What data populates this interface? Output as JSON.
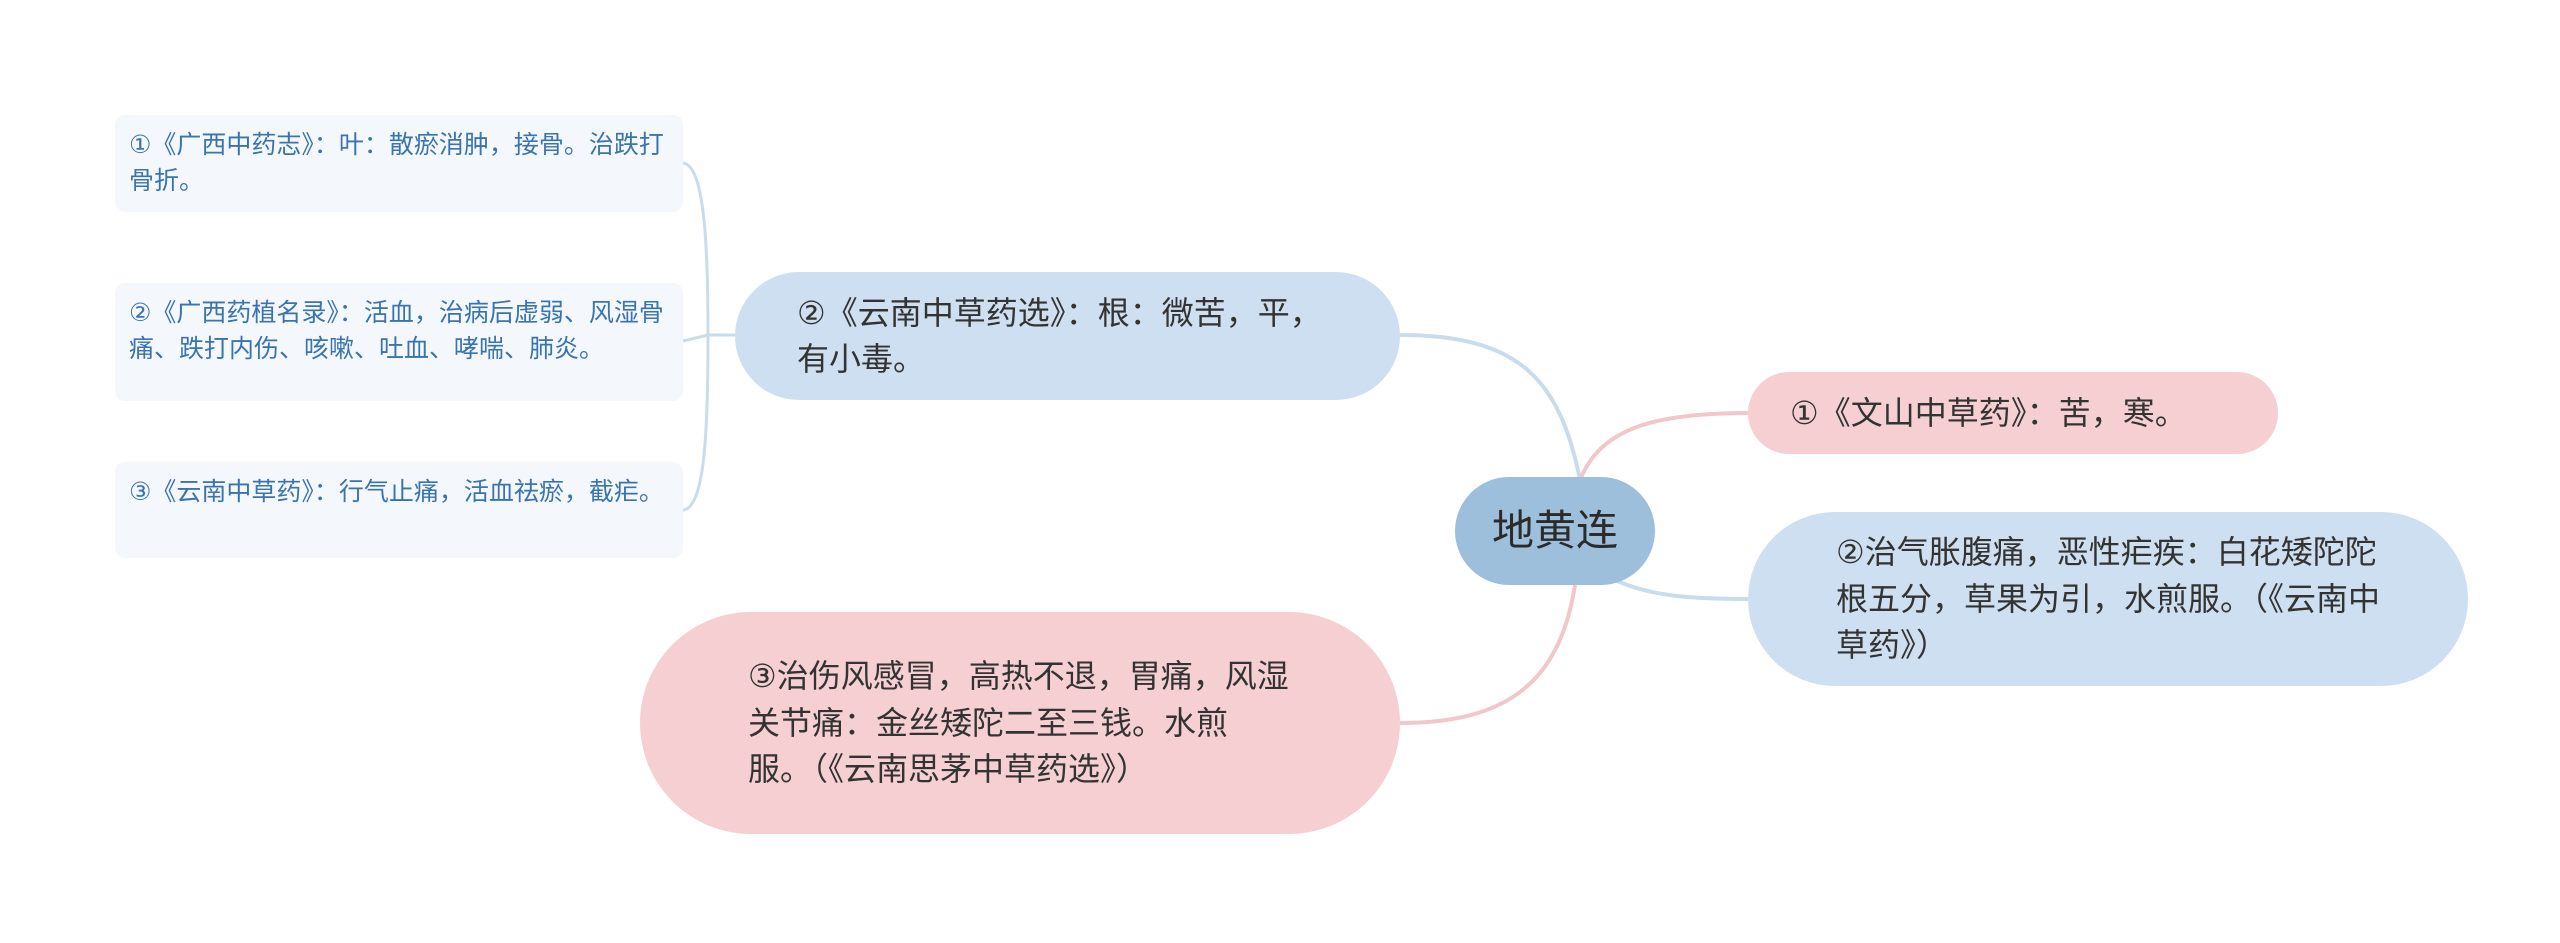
{
  "colors": {
    "root_fill": "#9ebfdc",
    "blue_fill": "#cddff0",
    "pink_fill": "#f5cfd2",
    "leaf_fill": "#f4f8fc",
    "leaf_text": "#3a74b0",
    "blue_line": "#c9dcec",
    "pink_line": "#f2c6ca"
  },
  "root": {
    "text": "地黄连"
  },
  "branches": [
    {
      "text": "②《云南中草药选》：根：微苦，平，有小毒。",
      "color": "blue",
      "leaves": [
        {
          "text": "①《广西中药志》：叶：散瘀消肿，接骨。治跌打骨折。"
        },
        {
          "text": "②《广西药植名录》：活血，治病后虚弱、风湿骨痛、跌打内伤、咳嗽、吐血、哮喘、肺炎。"
        },
        {
          "text": "③《云南中草药》：行气止痛，活血祛瘀，截疟。"
        }
      ]
    },
    {
      "text": "①《文山中草药》：苦，寒。",
      "color": "pink"
    },
    {
      "text": "②治气胀腹痛，恶性疟疾：白花矮陀陀根五分，草果为引，水煎服。（《云南中草药》）",
      "color": "blue"
    },
    {
      "text": "③治伤风感冒，高热不退，胃痛，风湿关节痛：金丝矮陀二至三钱。水煎服。（《云南思茅中草药选》）",
      "color": "pink"
    }
  ]
}
